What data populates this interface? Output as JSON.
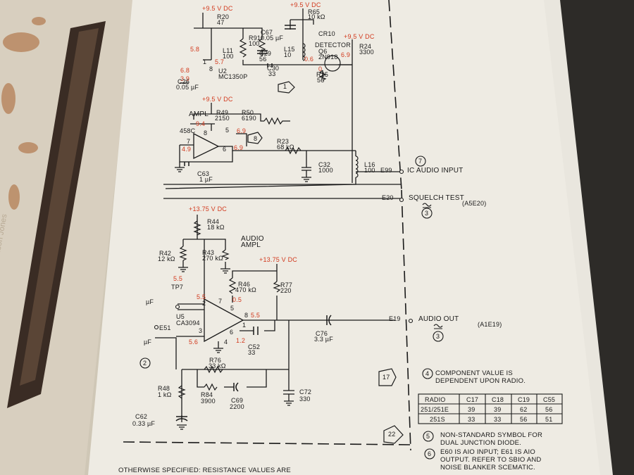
{
  "top": {
    "supply_a": "+9.5 V DC",
    "supply_b": "+9.5 V DC",
    "supply_c": "+9.5 V DC",
    "r20": "R20",
    "r20_val": "47",
    "r65": "R65",
    "r65_val": "10 kΩ",
    "c67": "C67",
    "c67_val": "0.05 µF",
    "cr10": "CR10",
    "r91": "R91",
    "r91_val": "100",
    "l11": "L11",
    "l11_val": "100",
    "c29": "C29",
    "c29_val": "56",
    "l15": "L15",
    "l15_val": "10",
    "detector": "DETECTOR",
    "q6": "Q6",
    "q6_val": "2N918",
    "r24": "R24",
    "r24_val": "3300",
    "u2": "U2",
    "u2_val": "MC1350P",
    "c30": "C30",
    "c30_val": "33",
    "r25": "R25",
    "r25_val": "56",
    "c26": "C26",
    "c26_val": "0.05 µF",
    "v58": "5.8",
    "v57": "5.7",
    "v69": "6.9",
    "v06": "0.6",
    "v0": "0",
    "v39": "3.9",
    "v68": "6.8",
    "pin8": "8",
    "pin1": "1",
    "box1": "1"
  },
  "mid": {
    "supply": "+9.5 V DC",
    "ampl": "AMPL",
    "r49": "R49",
    "r49_val": "2150",
    "r50": "R50",
    "r50_val": "6190",
    "u458": "458C",
    "v94": "9.4",
    "v69a": "6.9",
    "v49": "4.9",
    "v69b": "6.9",
    "r23": "R23",
    "r23_val": "68 kΩ",
    "c63": "C63",
    "c63_val": "1 µF",
    "c32": "C32",
    "c32_val": "1000",
    "l16": "L16",
    "l16_val": "100",
    "box8": "8",
    "pin8": "8",
    "pin5": "5",
    "pin7": "7",
    "pin6": "6"
  },
  "right": {
    "e99": "E99",
    "ic_audio_input": "IC AUDIO INPUT",
    "note7": "7",
    "e20": "E20",
    "squelch_test": "SQUELCH TEST",
    "a5e20": "(A5E20)",
    "note3a": "3",
    "e19": "E19",
    "audio_out": "AUDIO OUT",
    "a1e19": "(A1E19)",
    "note3b": "3"
  },
  "audio": {
    "supply1": "+13.75 V DC",
    "r44": "R44",
    "r44_val": "18 kΩ",
    "title1": "AUDIO",
    "title2": "AMPL",
    "supply2": "+13.75 V DC",
    "r42": "R42",
    "r42_val": "12 kΩ",
    "r43": "R43",
    "r43_val": "270 kΩ",
    "v55a": "5.5",
    "tp7": "TP7",
    "r46": "R46",
    "r46_val": "470 kΩ",
    "v05": "0.5",
    "r77": "R77",
    "r77_val": "220",
    "uf1": "µF",
    "u5": "U5",
    "u5_val": "CA3094",
    "v55b": "5.5",
    "v55c": "5.5",
    "v56": "5.6",
    "v12": "1.2",
    "pin7": "7",
    "pin5": "5",
    "pin8": "8",
    "pin2": "2",
    "pin3": "3",
    "pin4": "4",
    "pin1": "1",
    "pin6": "6",
    "e51": "E51",
    "uf2": "µF",
    "c52": "C52",
    "c52_val": "33",
    "c76": "C76",
    "c76_val": "3.3 µF",
    "note2": "2",
    "r76": "R76",
    "r76_val": "33 kΩ",
    "r84": "R84",
    "r84_val": "3900",
    "c69": "C69",
    "c69_val": "2200",
    "c72": "C72",
    "c72_val": "330",
    "r48": "R48",
    "r48_val": "1 kΩ",
    "c62": "C62",
    "c62_val": "0.33 µF",
    "box17": "17",
    "box22": "22"
  },
  "notes": {
    "n4_num": "4",
    "n4_line1": "COMPONENT VALUE IS",
    "n4_line2": "DEPENDENT UPON RADIO.",
    "n5_num": "5",
    "n5_line1": "NON-STANDARD SYMBOL FOR",
    "n5_line2": "DUAL JUNCTION DIODE.",
    "n6_num": "6",
    "n6_line1": "E60 IS AIO INPUT; E61 IS AIO",
    "n6_line2": "OUTPUT. REFER TO SBIO AND",
    "n6_line3": "NOISE BLANKER SCEMATIC.",
    "footer": "OTHERWISE SPECIFIED: RESISTANCE VALUES ARE"
  },
  "table": {
    "headers": [
      "RADIO",
      "C17",
      "C18",
      "C19",
      "C55"
    ],
    "rows": [
      [
        "251/251E",
        "39",
        "39",
        "62",
        "56"
      ],
      [
        "251S",
        "33",
        "33",
        "56",
        "51"
      ]
    ]
  },
  "binder": {
    "spine_text": "Wilson Jones"
  },
  "colors": {
    "paper": "#eeebe3",
    "ink": "#1a1a1a",
    "voltage_red": "#d23a1e",
    "binder": "#3a2c24",
    "background": "#4a4844"
  }
}
